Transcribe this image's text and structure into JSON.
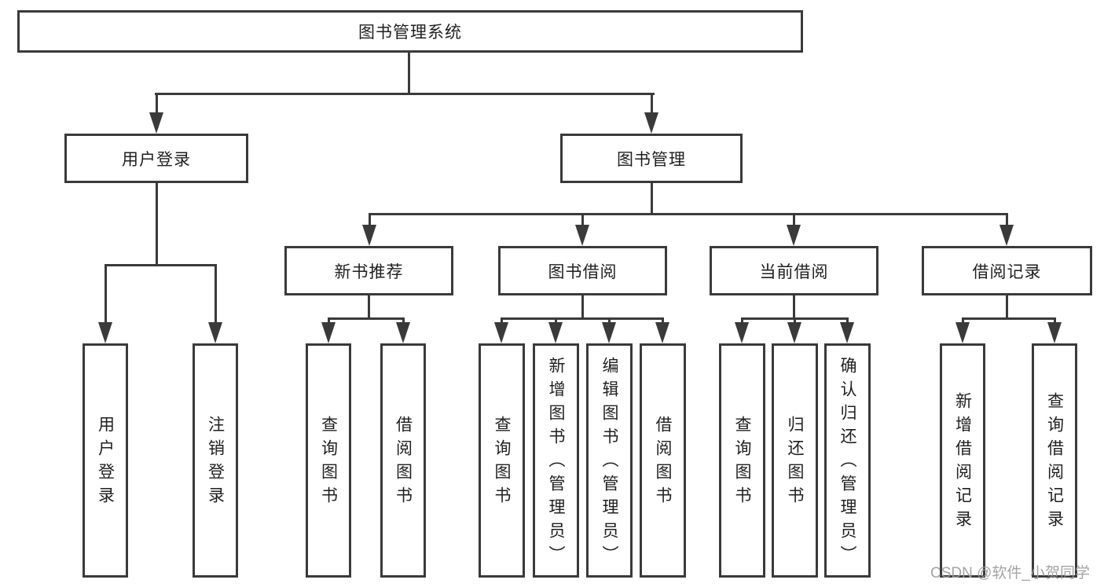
{
  "diagram": {
    "type": "hierarchy-tree",
    "root": {
      "label": "图书管理系统"
    },
    "level2": [
      {
        "label": "用户登录"
      },
      {
        "label": "图书管理"
      }
    ],
    "level3": [
      {
        "label": "新书推荐",
        "parent": "图书管理"
      },
      {
        "label": "图书借阅",
        "parent": "图书管理"
      },
      {
        "label": "当前借阅",
        "parent": "图书管理"
      },
      {
        "label": "借阅记录",
        "parent": "图书管理"
      }
    ],
    "leaves": [
      {
        "label": "用户登录",
        "parent": "用户登录"
      },
      {
        "label": "注销登录",
        "parent": "用户登录"
      },
      {
        "label": "查询图书",
        "parent": "新书推荐"
      },
      {
        "label": "借阅图书",
        "parent": "新书推荐"
      },
      {
        "label": "查询图书",
        "parent": "图书借阅"
      },
      {
        "label": "新增图书（管理员）",
        "parent": "图书借阅"
      },
      {
        "label": "编辑图书（管理员）",
        "parent": "图书借阅"
      },
      {
        "label": "借阅图书",
        "parent": "图书借阅"
      },
      {
        "label": "查询图书",
        "parent": "当前借阅"
      },
      {
        "label": "归还图书",
        "parent": "当前借阅"
      },
      {
        "label": "确认归还（管理员）",
        "parent": "当前借阅"
      },
      {
        "label": "新增借阅记录",
        "parent": "借阅记录"
      },
      {
        "label": "查询借阅记录",
        "parent": "借阅记录"
      }
    ]
  },
  "watermark": {
    "text": "CSDN @软件_小贺同学"
  },
  "colors": {
    "line": "#3a3a3a",
    "text": "#1f1f1f",
    "watermark": "#9c9c9c",
    "background": "#ffffff"
  }
}
